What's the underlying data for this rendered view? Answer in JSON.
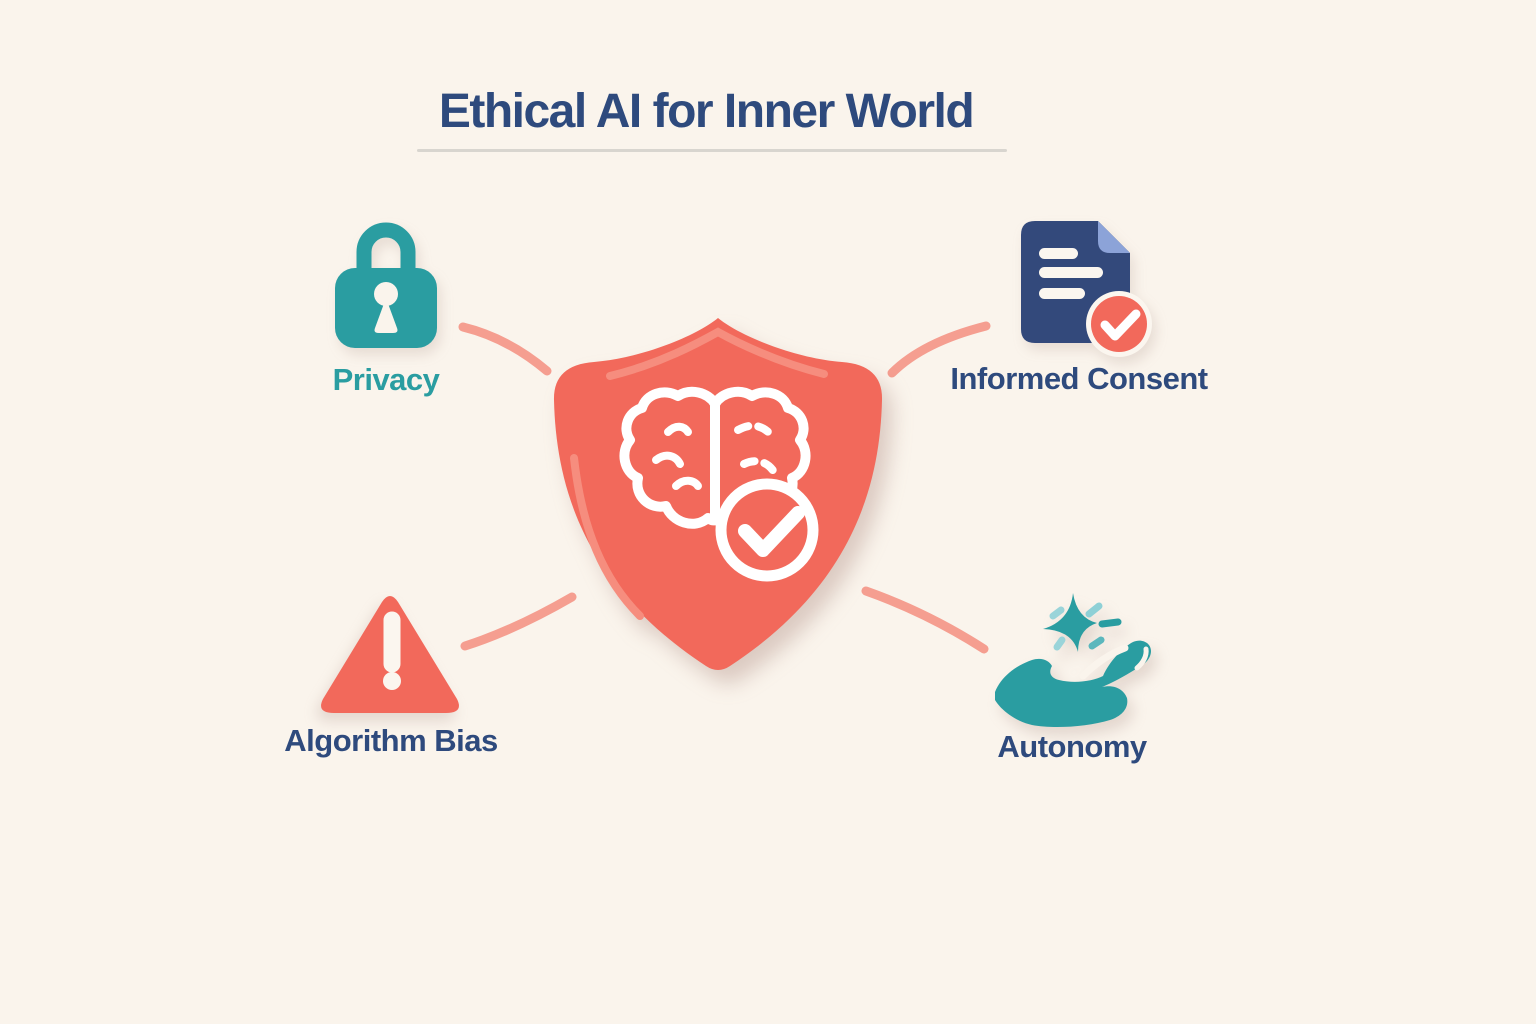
{
  "page": {
    "type": "infographic",
    "background_color": "#FAF4EC"
  },
  "title": {
    "text": "Ethical AI for Inner World",
    "color": "#2E4A7D",
    "underline_color": "#D8D5CF"
  },
  "center_emblem": {
    "name": "ethical-ai-shield",
    "icons": [
      "shield-icon",
      "brain-icon",
      "checkmark-circle-icon"
    ],
    "shield_color": "#F2695B",
    "glyph_color": "#FFFFFF",
    "highlight_color": "#F68D7E"
  },
  "nodes": [
    {
      "id": "privacy",
      "label": "Privacy",
      "icon": "lock-icon",
      "icon_color": "#2A9DA1",
      "label_color": "#2A9DA1",
      "position": "top-left"
    },
    {
      "id": "informed-consent",
      "label": "Informed Consent",
      "icon": "document-check-icon",
      "icon_color": "#33497B",
      "fold_color": "#8CA3D8",
      "badge_color": "#F2695B",
      "label_color": "#2E4A7D",
      "position": "top-right"
    },
    {
      "id": "algorithm-bias",
      "label": "Algorithm Bias",
      "icon": "warning-triangle-icon",
      "icon_color": "#F2695B",
      "label_color": "#2E4A7D",
      "position": "bottom-left"
    },
    {
      "id": "autonomy",
      "label": "Autonomy",
      "icon": "hand-sparkle-icon",
      "icon_color": "#2A9DA1",
      "sparkle_accent_color": "#8ED0D6",
      "label_color": "#2E4A7D",
      "position": "bottom-right"
    }
  ],
  "connectors": {
    "color": "#F59E90",
    "style": "curved",
    "count": 4
  }
}
